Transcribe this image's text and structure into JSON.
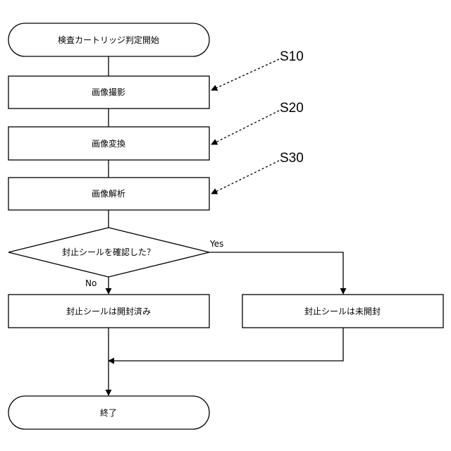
{
  "nodes": {
    "start": "検査カートリッジ判定開始",
    "capture": "画像撮影",
    "convert": "画像変換",
    "analyze": "画像解析",
    "decision": "封止シールを確認した？",
    "opened": "封止シールは開封済み",
    "unopened": "封止シールは未開封",
    "end": "終了"
  },
  "edges": {
    "yes": "Yes",
    "no": "No"
  },
  "steps": {
    "s10": "S10",
    "s20": "S20",
    "s30": "S30"
  }
}
